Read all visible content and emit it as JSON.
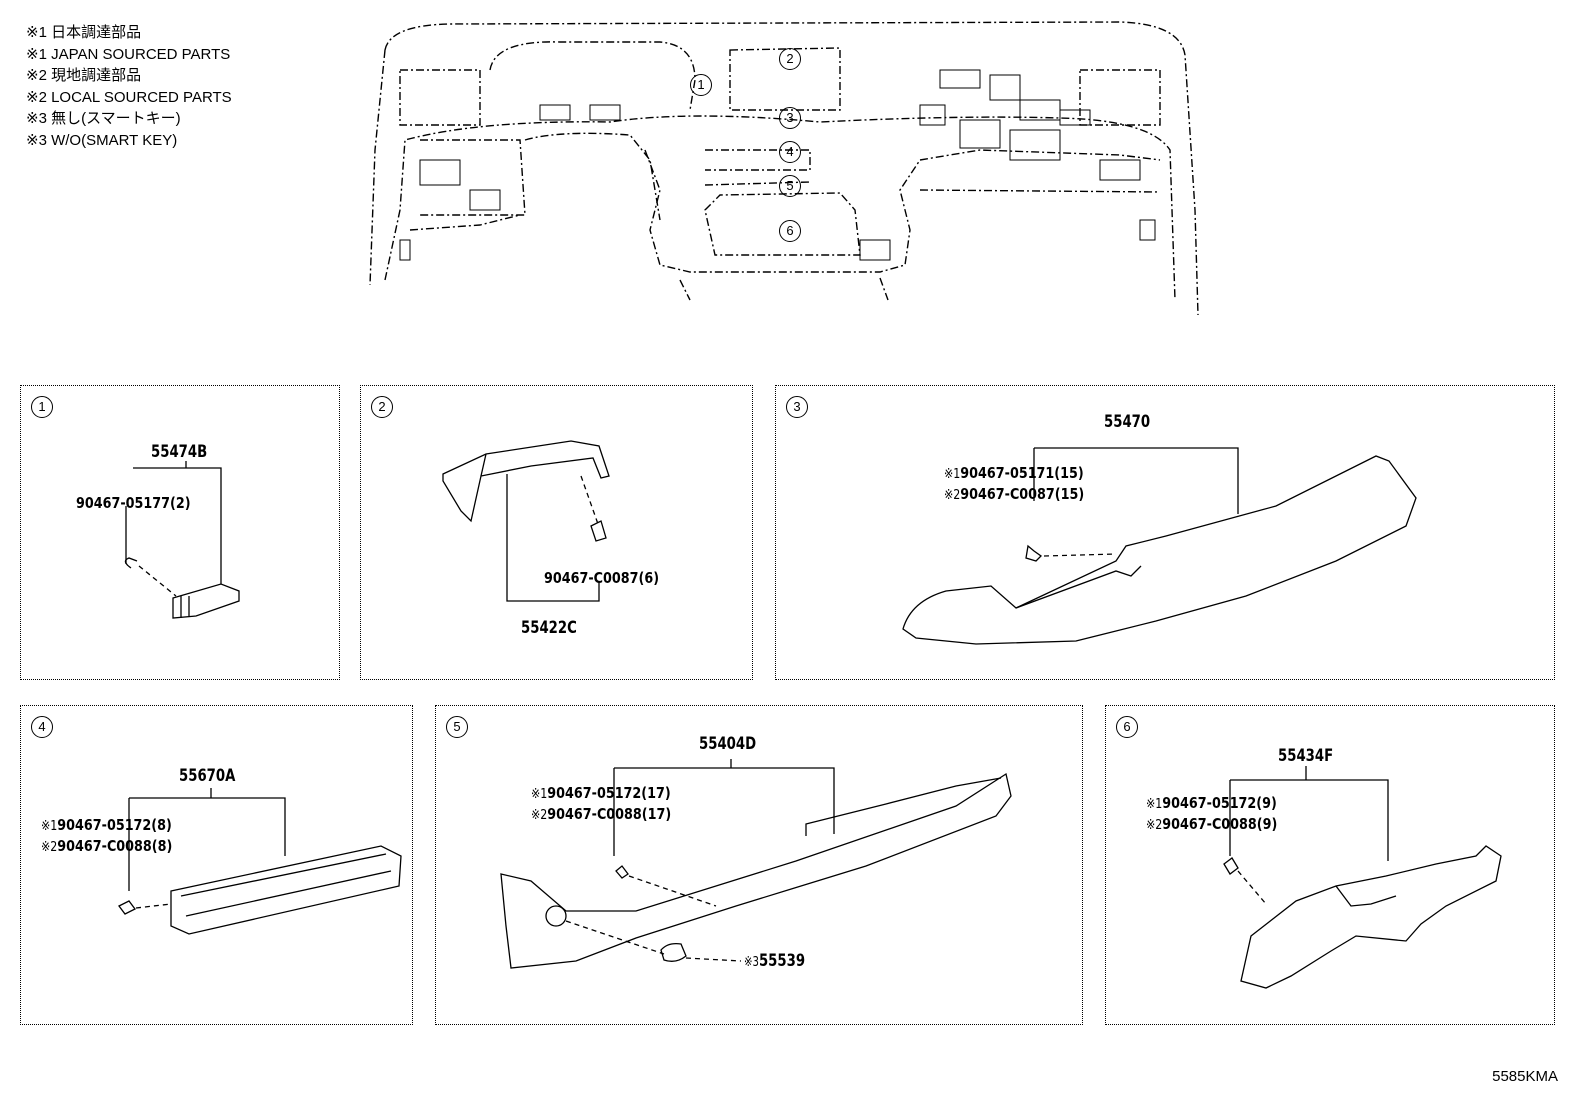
{
  "legend": [
    "※1 日本調達部品",
    "※1 JAPAN SOURCED PARTS",
    "※2 現地調達部品",
    "※2 LOCAL SOURCED PARTS",
    "※3 無し(スマートキー)",
    "※3 W/O(SMART KEY)"
  ],
  "overview_markers": [
    "1",
    "2",
    "3",
    "4",
    "5",
    "6"
  ],
  "panels": [
    {
      "id": "1",
      "main_part": "55474B",
      "fastener": "90467-05177(2)"
    },
    {
      "id": "2",
      "main_part": "55422C",
      "fastener": "90467-C0087(6)"
    },
    {
      "id": "3",
      "main_part": "55470",
      "fastener_mark1": "※1",
      "fastener_1": "90467-05171(15)",
      "fastener_mark2": "※2",
      "fastener_2": "90467-C0087(15)"
    },
    {
      "id": "4",
      "main_part": "55670A",
      "fastener_mark1": "※1",
      "fastener_1": "90467-05172(8)",
      "fastener_mark2": "※2",
      "fastener_2": "90467-C0088(8)"
    },
    {
      "id": "5",
      "main_part": "55404D",
      "fastener_mark1": "※1",
      "fastener_1": "90467-05172(17)",
      "fastener_mark2": "※2",
      "fastener_2": "90467-C0088(17)",
      "extra_mark": "※3",
      "extra_part": "55539"
    },
    {
      "id": "6",
      "main_part": "55434F",
      "fastener_mark1": "※1",
      "fastener_1": "90467-05172(9)",
      "fastener_mark2": "※2",
      "fastener_2": "90467-C0088(9)"
    }
  ],
  "diagram_code": "5585KMA"
}
